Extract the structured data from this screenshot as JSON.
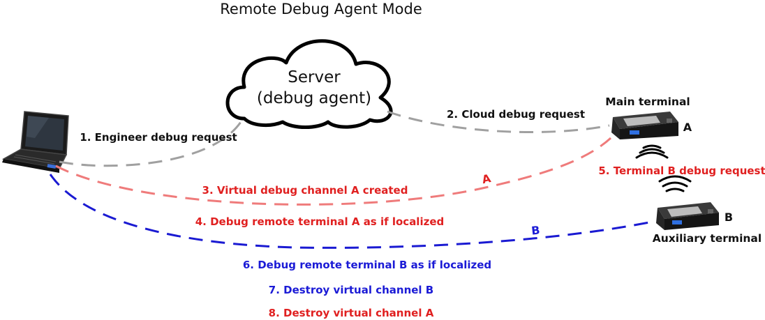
{
  "title": "Remote Debug Agent Mode",
  "server": {
    "line1": "Server",
    "line2": "(debug agent)"
  },
  "terminals": {
    "main_label": "Main terminal",
    "main_letter": "A",
    "aux_label": "Auxiliary terminal",
    "aux_letter": "B"
  },
  "channel_letters": {
    "a": "A",
    "b": "B"
  },
  "steps": {
    "s1": "1. Engineer debug request",
    "s2": "2. Cloud debug request",
    "s3": "3. Virtual debug channel A created",
    "s4": "4. Debug remote terminal A as if localized",
    "s5": "5. Terminal B debug request",
    "s6": "6. Debug remote terminal B as if localized",
    "s7": "7. Destroy virtual channel B",
    "s8": "8. Destroy virtual channel A"
  },
  "colors": {
    "red_text": "#e02020",
    "blue_text": "#1b1bd6",
    "gray_link": "#a0a0a0",
    "pink_link": "#ef7b7b",
    "blue_link": "#1a1ad2"
  }
}
